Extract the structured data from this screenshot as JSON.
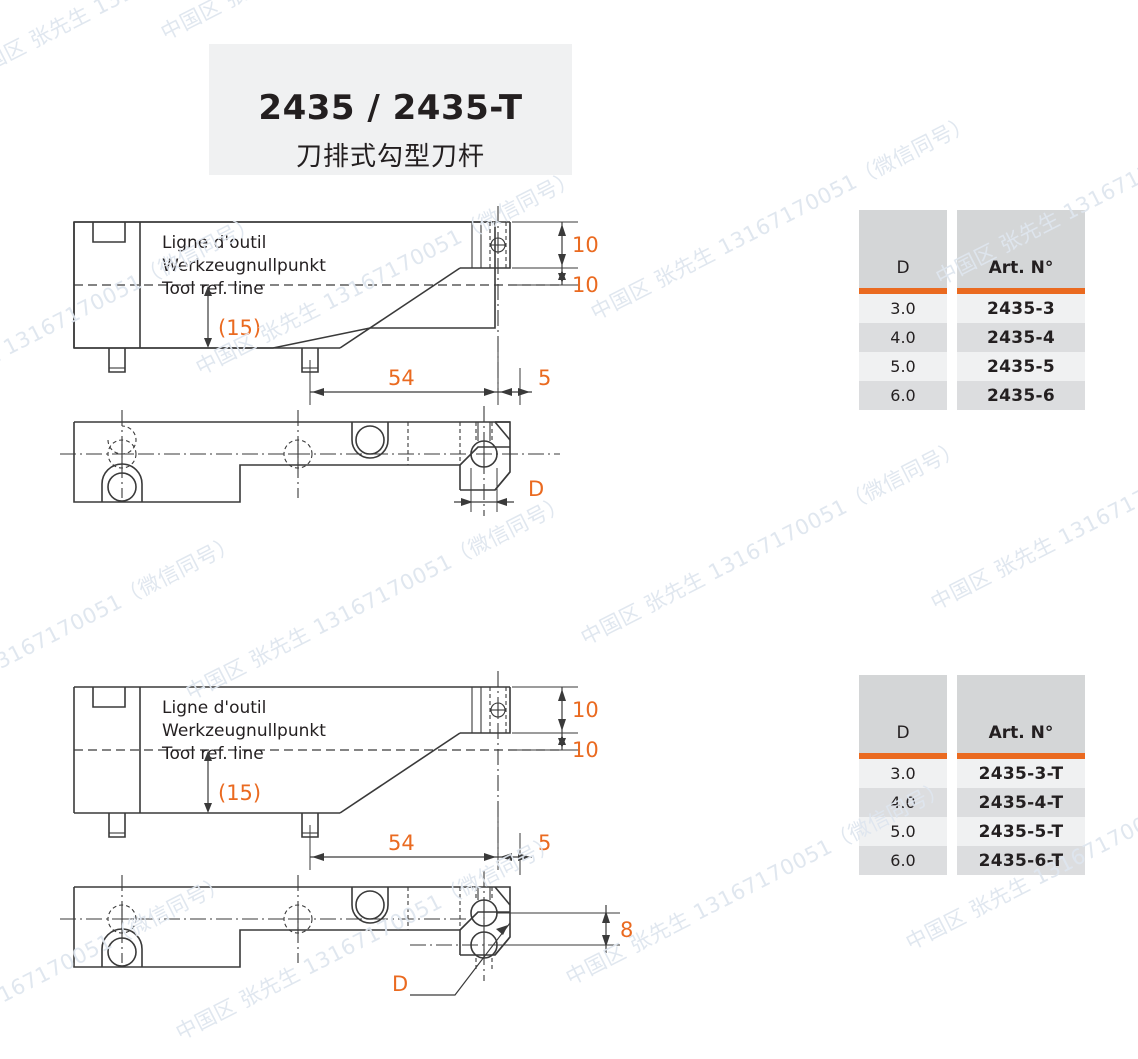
{
  "header": {
    "title": "2435 / 2435-T",
    "subtitle": "刀排式勾型刀杆"
  },
  "watermark": {
    "text": "中国区 张先生 13167170051（微信同号）"
  },
  "drawings": [
    {
      "id": "drawing-standard",
      "variant": "2435",
      "notes": {
        "line_fr": "Ligne d'outil",
        "line_de": "Werkzeugnullpunkt",
        "line_en": "Tool ref. line"
      },
      "dimensions": {
        "height_offset": "(15)",
        "top_1": "10",
        "top_2": "10",
        "length": "54",
        "end": "5",
        "diameter": "D"
      }
    },
    {
      "id": "drawing-t",
      "variant": "2435-T",
      "notes": {
        "line_fr": "Ligne d'outil",
        "line_de": "Werkzeugnullpunkt",
        "line_en": "Tool ref. line"
      },
      "dimensions": {
        "height_offset": "(15)",
        "top_1": "10",
        "top_2": "10",
        "length": "54",
        "end": "5",
        "diameter": "D",
        "spacing": "8"
      }
    }
  ],
  "tables": [
    {
      "id": "table-standard",
      "headers": {
        "d": "D",
        "art": "Art. N°"
      },
      "rows": [
        {
          "d": "3.0",
          "art": "2435-3"
        },
        {
          "d": "4.0",
          "art": "2435-4"
        },
        {
          "d": "5.0",
          "art": "2435-5"
        },
        {
          "d": "6.0",
          "art": "2435-6"
        }
      ]
    },
    {
      "id": "table-t",
      "headers": {
        "d": "D",
        "art": "Art. N°"
      },
      "rows": [
        {
          "d": "3.0",
          "art": "2435-3-T"
        },
        {
          "d": "4.0",
          "art": "2435-4-T"
        },
        {
          "d": "5.0",
          "art": "2435-5-T"
        },
        {
          "d": "6.0",
          "art": "2435-6-T"
        }
      ]
    }
  ],
  "colors": {
    "accent": "#ea6a20",
    "header_bg": "#f0f1f2",
    "table_header_bg": "#d4d6d7",
    "row_odd": "#f0f1f2",
    "row_even": "#dcdddf",
    "line": "#3a3a3a",
    "watermark": "#dfe6ef"
  }
}
